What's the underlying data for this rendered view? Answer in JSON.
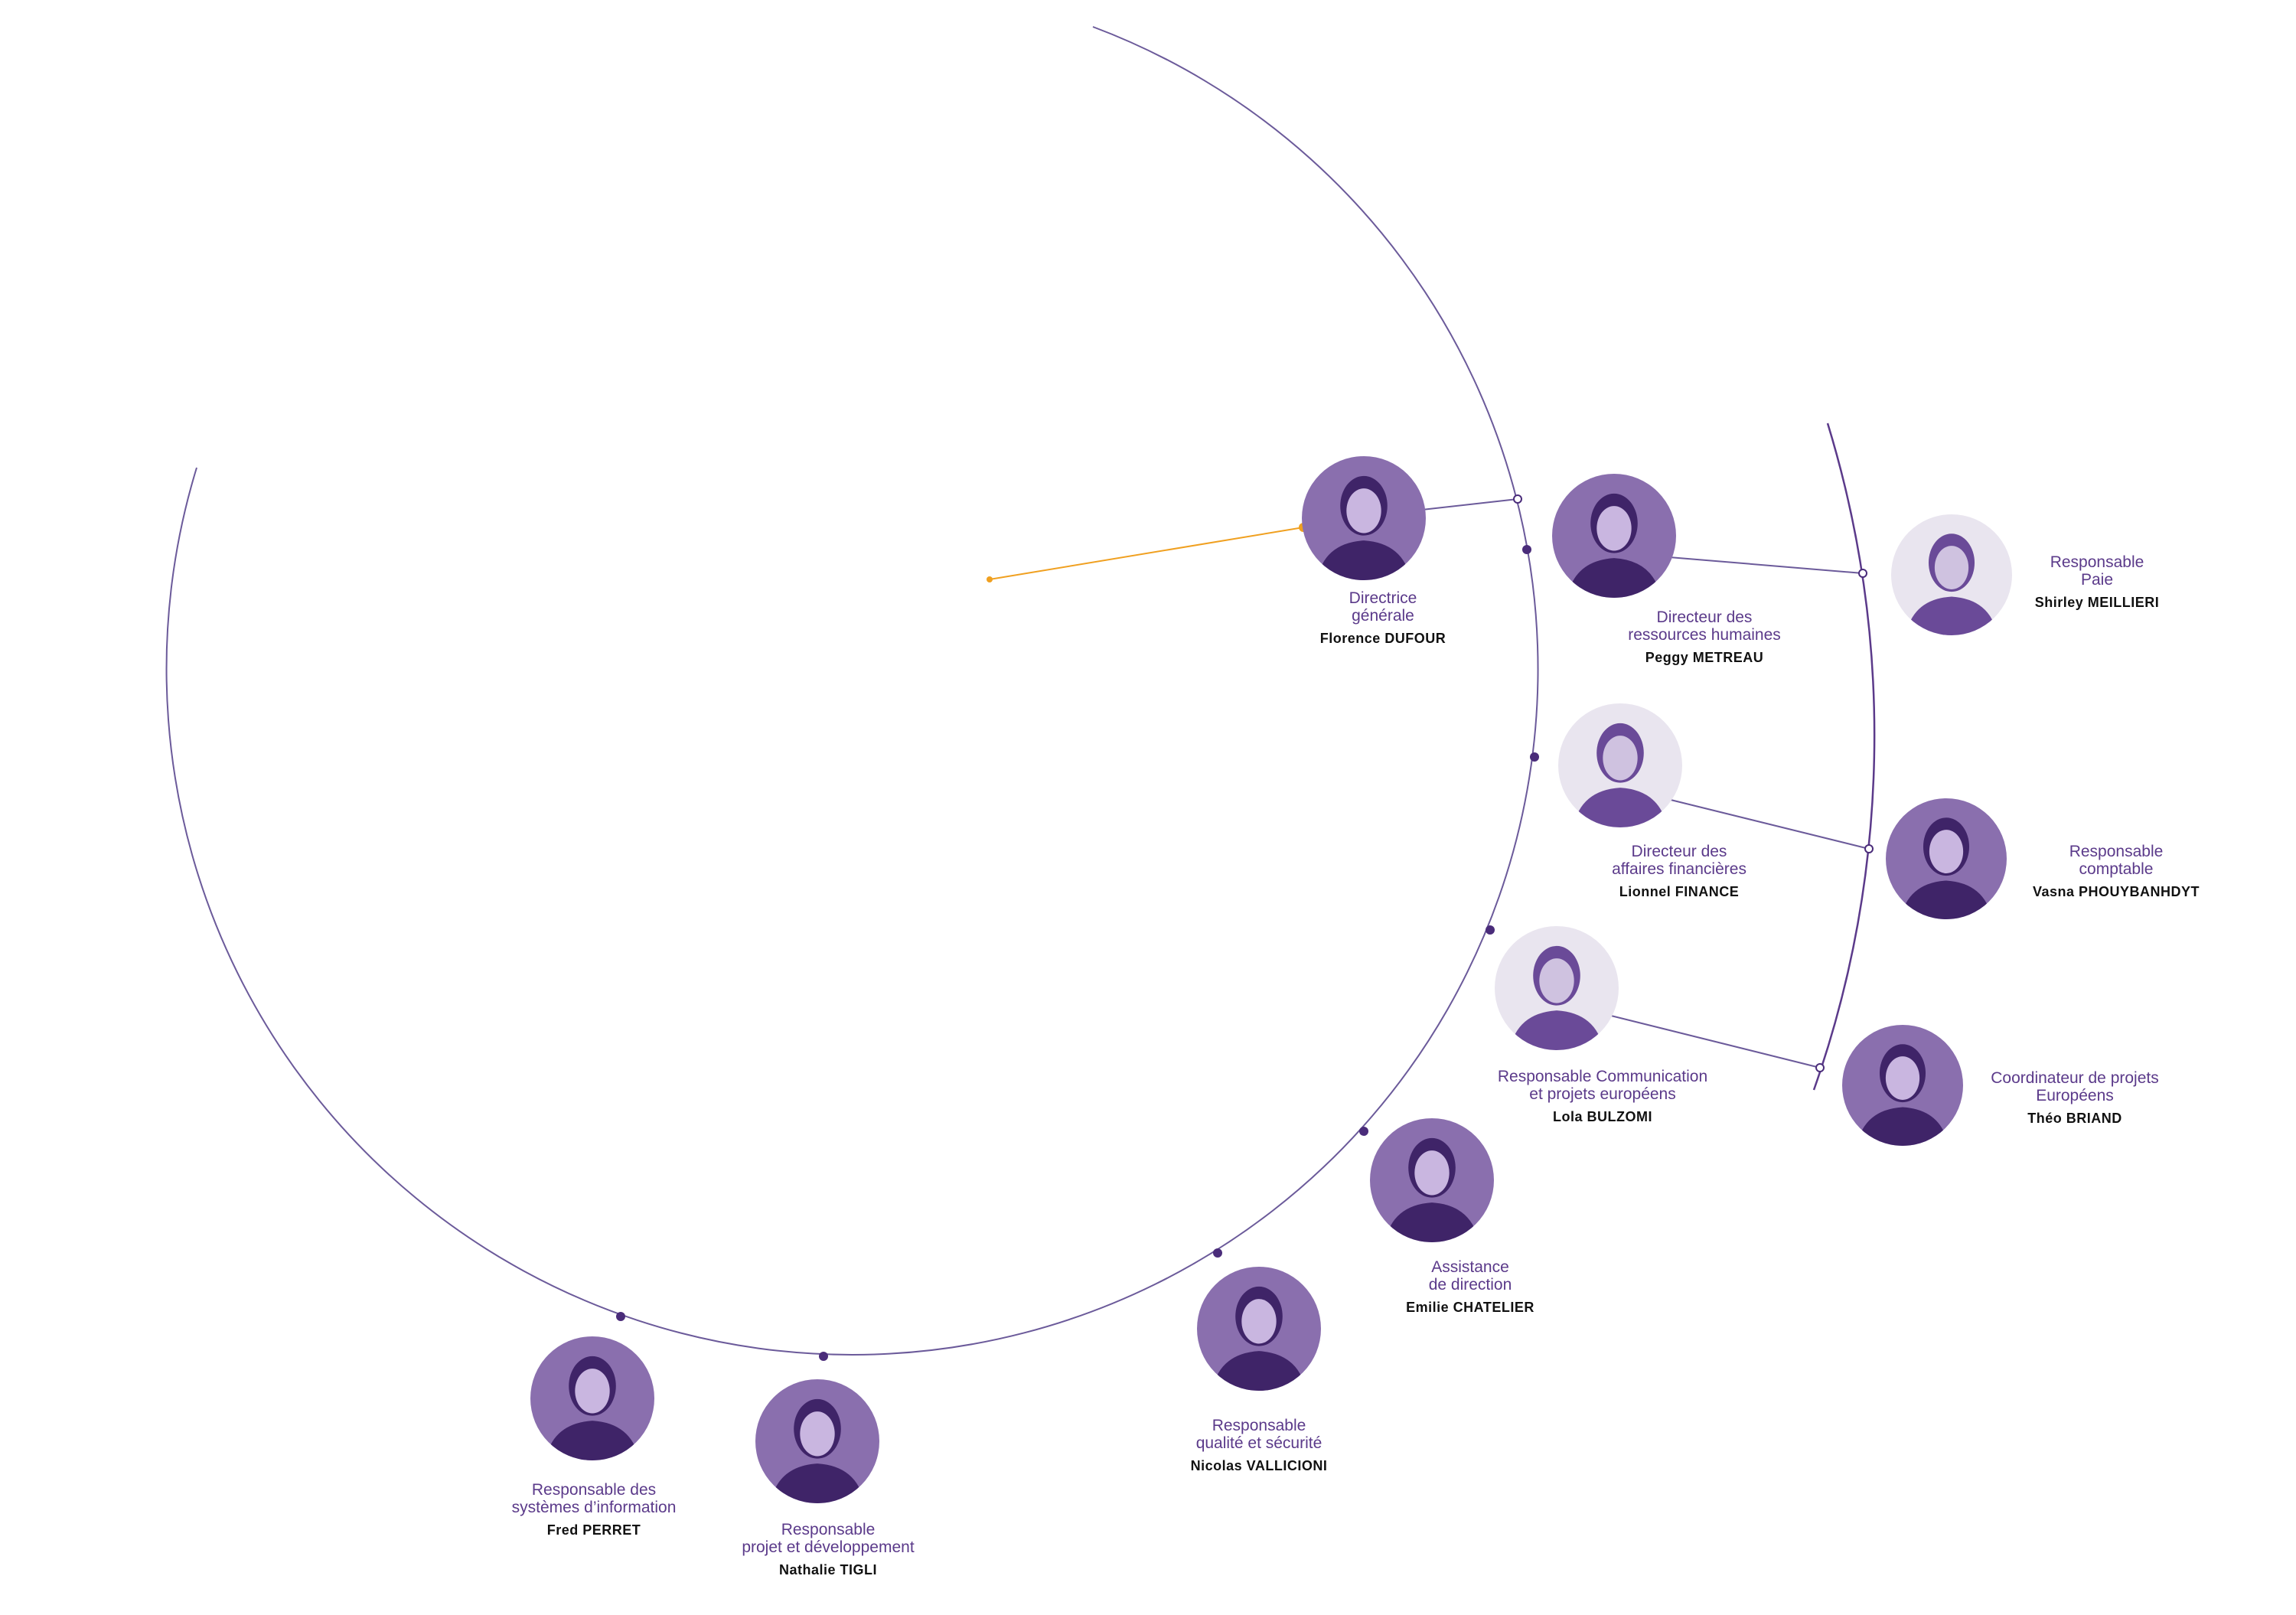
{
  "colors": {
    "accent": "#5b3a8a",
    "line": "#6b5a9a",
    "highlight": "#f0a020"
  },
  "people": [
    {
      "role_lines": [
        "Directrice",
        "générale"
      ],
      "name": "Florence DUFOUR"
    },
    {
      "role_lines": [
        "Directeur des",
        "ressources humaines"
      ],
      "name": "Peggy METREAU"
    },
    {
      "role_lines": [
        "Responsable",
        "Paie"
      ],
      "name": "Shirley MEILLIERI"
    },
    {
      "role_lines": [
        "Directeur des",
        "affaires financières"
      ],
      "name": "Lionnel FINANCE"
    },
    {
      "role_lines": [
        "Responsable",
        "comptable"
      ],
      "name": "Vasna PHOUYBANHDYT"
    },
    {
      "role_lines": [
        "Responsable Communication",
        "et projets européens"
      ],
      "name": "Lola BULZOMI"
    },
    {
      "role_lines": [
        "Coordinateur de projets",
        "Européens"
      ],
      "name": "Théo BRIAND"
    },
    {
      "role_lines": [
        "Assistance",
        "de direction"
      ],
      "name": "Emilie CHATELIER"
    },
    {
      "role_lines": [
        "Responsable",
        "qualité et sécurité"
      ],
      "name": "Nicolas VALLICIONI"
    },
    {
      "role_lines": [
        "Responsable des",
        "systèmes d’information"
      ],
      "name": "Fred PERRET"
    },
    {
      "role_lines": [
        "Responsable",
        "projet et développement"
      ],
      "name": "Nathalie TIGLI"
    }
  ]
}
